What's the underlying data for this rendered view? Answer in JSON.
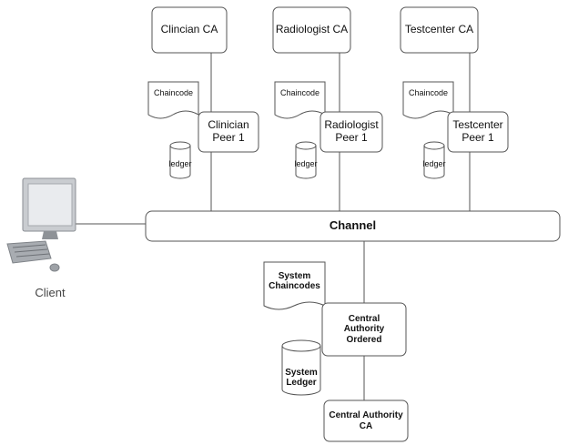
{
  "ca_nodes": {
    "clinician_ca": "Clincian CA",
    "radiologist_ca": "Radiologist CA",
    "testcenter_ca": "Testcenter CA"
  },
  "peers": {
    "clinician": {
      "line1": "Clinician",
      "line2": "Peer 1"
    },
    "radiologist": {
      "line1": "Radiologist",
      "line2": "Peer 1"
    },
    "testcenter": {
      "line1": "Testcenter",
      "line2": "Peer 1"
    }
  },
  "chaincode_label": "Chaincode",
  "ledger_label": "ledger",
  "channel_label": "Channel",
  "client_label": "Client",
  "orderer": {
    "line1": "Central",
    "line2": "Authority",
    "line3": "Ordered",
    "system_chaincodes_line1": "System",
    "system_chaincodes_line2": "Chaincodes",
    "system_ledger_line1": "System",
    "system_ledger_line2": "Ledger"
  },
  "central_ca": {
    "line1": "Central Authority",
    "line2": "CA"
  }
}
